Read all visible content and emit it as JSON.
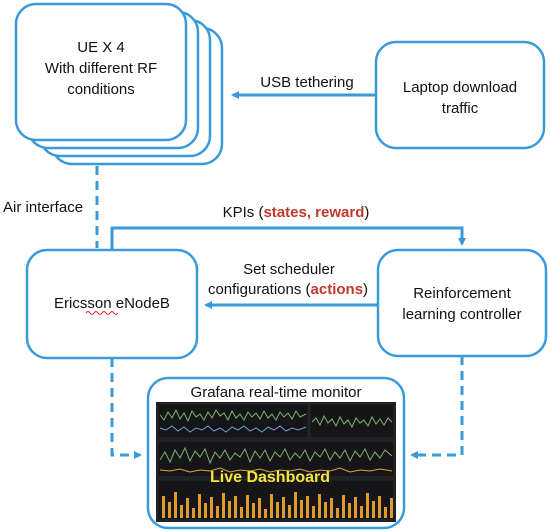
{
  "colors": {
    "box_stroke": "#3a9ad9",
    "arrow": "#3a9ad9",
    "accent": "#c0392b",
    "dashboard_bg": "#1f1f22",
    "live_text": "#f5e63a"
  },
  "nodes": {
    "ue": {
      "line1": "UE X 4",
      "line2": "With different RF",
      "line3": "conditions"
    },
    "laptop": {
      "line1": "Laptop download",
      "line2": "traffic"
    },
    "enodeb": {
      "label": "Ericsson eNodeB"
    },
    "rl": {
      "line1": "Reinforcement",
      "line2": "learning controller"
    },
    "grafana": {
      "title": "Grafana real-time monitor",
      "dashboard_label": "Live Dashboard"
    }
  },
  "edges": {
    "usb": "USB tethering",
    "air": "Air interface",
    "kpis_prefix": "KPIs (",
    "kpis_accent": "states, reward",
    "kpis_suffix": ")",
    "sched_line1": "Set scheduler",
    "sched_line2_prefix": "configurations (",
    "sched_line2_accent": "actions",
    "sched_line2_suffix": ")"
  }
}
